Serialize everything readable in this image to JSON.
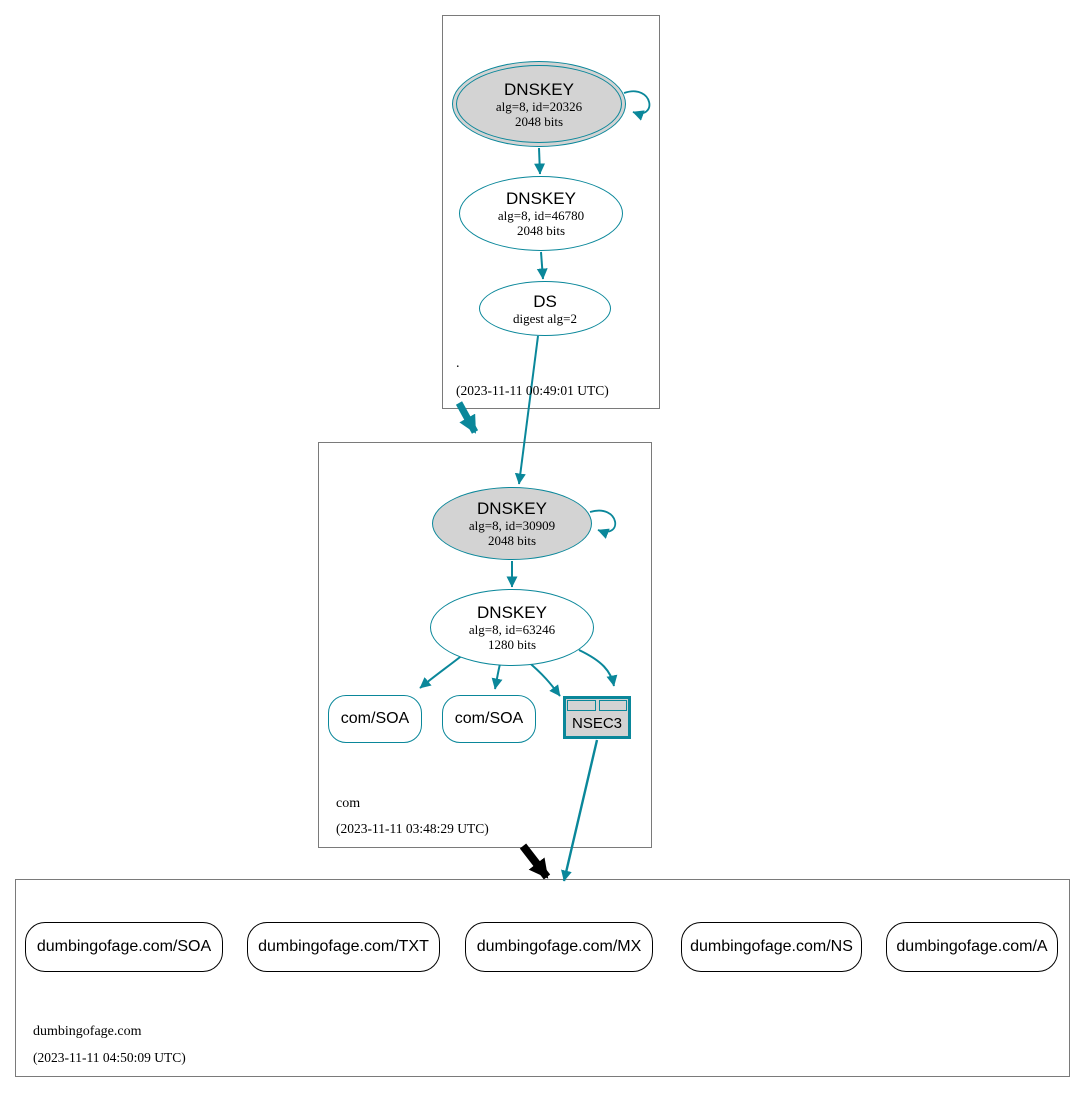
{
  "colors": {
    "edge_teal": "#0a879a",
    "node_fill_gray": "#d3d3d3",
    "node_border_black": "#000000",
    "zone_border_gray": "#7a7a7a"
  },
  "zones": [
    {
      "label": ".",
      "timestamp": "(2023-11-11 00:49:01 UTC)",
      "nodes": {
        "ksk": {
          "title": "DNSKEY",
          "detail1": "alg=8, id=20326",
          "detail2": "2048 bits"
        },
        "zsk": {
          "title": "DNSKEY",
          "detail1": "alg=8, id=46780",
          "detail2": "2048 bits"
        },
        "ds": {
          "title": "DS",
          "detail1": "digest alg=2"
        }
      }
    },
    {
      "label": "com",
      "timestamp": "(2023-11-11 03:48:29 UTC)",
      "nodes": {
        "ksk": {
          "title": "DNSKEY",
          "detail1": "alg=8, id=30909",
          "detail2": "2048 bits"
        },
        "zsk": {
          "title": "DNSKEY",
          "detail1": "alg=8, id=63246",
          "detail2": "1280 bits"
        },
        "soa1": {
          "label": "com/SOA"
        },
        "soa2": {
          "label": "com/SOA"
        },
        "nsec3": {
          "label": "NSEC3"
        }
      }
    },
    {
      "label": "dumbingofage.com",
      "timestamp": "(2023-11-11 04:50:09 UTC)",
      "rrsets": [
        {
          "label": "dumbingofage.com/SOA"
        },
        {
          "label": "dumbingofage.com/TXT"
        },
        {
          "label": "dumbingofage.com/MX"
        },
        {
          "label": "dumbingofage.com/NS"
        },
        {
          "label": "dumbingofage.com/A"
        }
      ]
    }
  ]
}
